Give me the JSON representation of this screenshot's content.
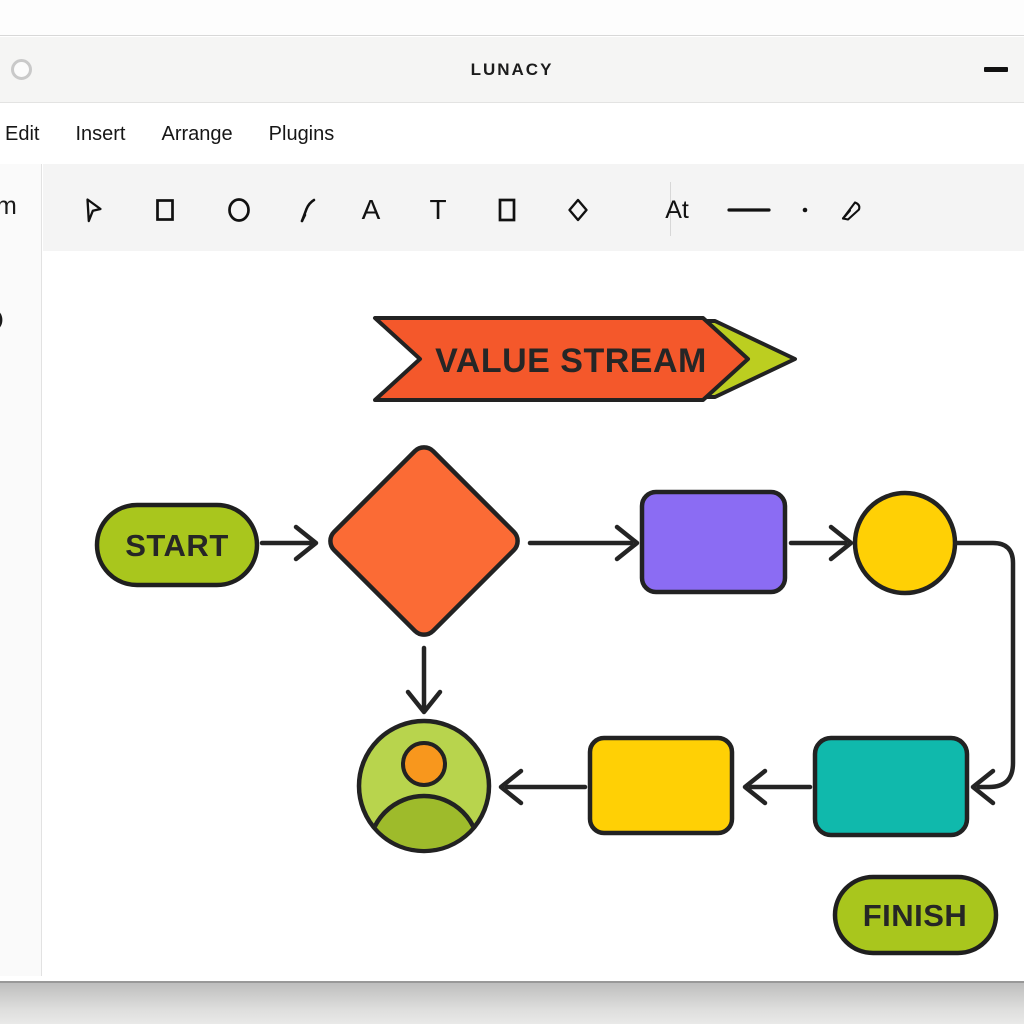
{
  "window": {
    "title": "LUNACY"
  },
  "menubar": {
    "items": [
      {
        "label": "Edit"
      },
      {
        "label": "Insert"
      },
      {
        "label": "Arrange"
      },
      {
        "label": "Plugins"
      }
    ]
  },
  "toolbar": {
    "a_label": "A",
    "t_label": "T",
    "attach_label": "At",
    "tools": [
      "select",
      "rectangle",
      "ellipse",
      "pen",
      "text-a",
      "text-t",
      "frame",
      "diamond-shape",
      "attach",
      "line",
      "dot",
      "ink-pen"
    ]
  },
  "sidebar": {
    "partial_glyph": "m"
  },
  "colors": {
    "banner_orange": "#F4582B",
    "banner_green": "#BCCE20",
    "diamond_orange": "#FB6B35",
    "purple": "#8B6CF3",
    "yellow": "#FFD005",
    "teal": "#10B9AC",
    "pill_green": "#A9C61D",
    "avatar_green": "#B8D44D",
    "avatar_head_orange": "#F8971D",
    "avatar_body_green": "#9EBB2B",
    "stroke_dark": "#222222"
  },
  "flowchart": {
    "banner": {
      "label": "VALUE STREAM",
      "fill": "#F4582B",
      "chevron_fill": "#BCCE20"
    },
    "nodes": [
      {
        "id": "start",
        "type": "terminator",
        "label": "START",
        "fill": "#A9C61D"
      },
      {
        "id": "decision",
        "type": "diamond",
        "fill": "#FB6B35"
      },
      {
        "id": "process-1",
        "type": "rectangle",
        "fill": "#8B6CF3"
      },
      {
        "id": "connector-circle",
        "type": "circle",
        "fill": "#FFD005"
      },
      {
        "id": "actor-avatar",
        "type": "avatar",
        "fill": "#B8D44D",
        "head_fill": "#F8971D",
        "body_fill": "#9EBB2B"
      },
      {
        "id": "process-2",
        "type": "rectangle",
        "fill": "#FFD005"
      },
      {
        "id": "process-3",
        "type": "rectangle",
        "fill": "#10B9AC"
      },
      {
        "id": "finish",
        "type": "terminator",
        "label": "FINISH",
        "fill": "#A9C61D"
      }
    ],
    "edges": [
      {
        "from": "start",
        "to": "decision",
        "direction": "right"
      },
      {
        "from": "decision",
        "to": "process-1",
        "direction": "right"
      },
      {
        "from": "process-1",
        "to": "connector-circle",
        "direction": "right"
      },
      {
        "from": "connector-circle",
        "to": "process-3",
        "direction": "down-left"
      },
      {
        "from": "process-3",
        "to": "process-2",
        "direction": "left"
      },
      {
        "from": "process-2",
        "to": "actor-avatar",
        "direction": "left"
      },
      {
        "from": "decision",
        "to": "actor-avatar",
        "direction": "down"
      }
    ]
  }
}
